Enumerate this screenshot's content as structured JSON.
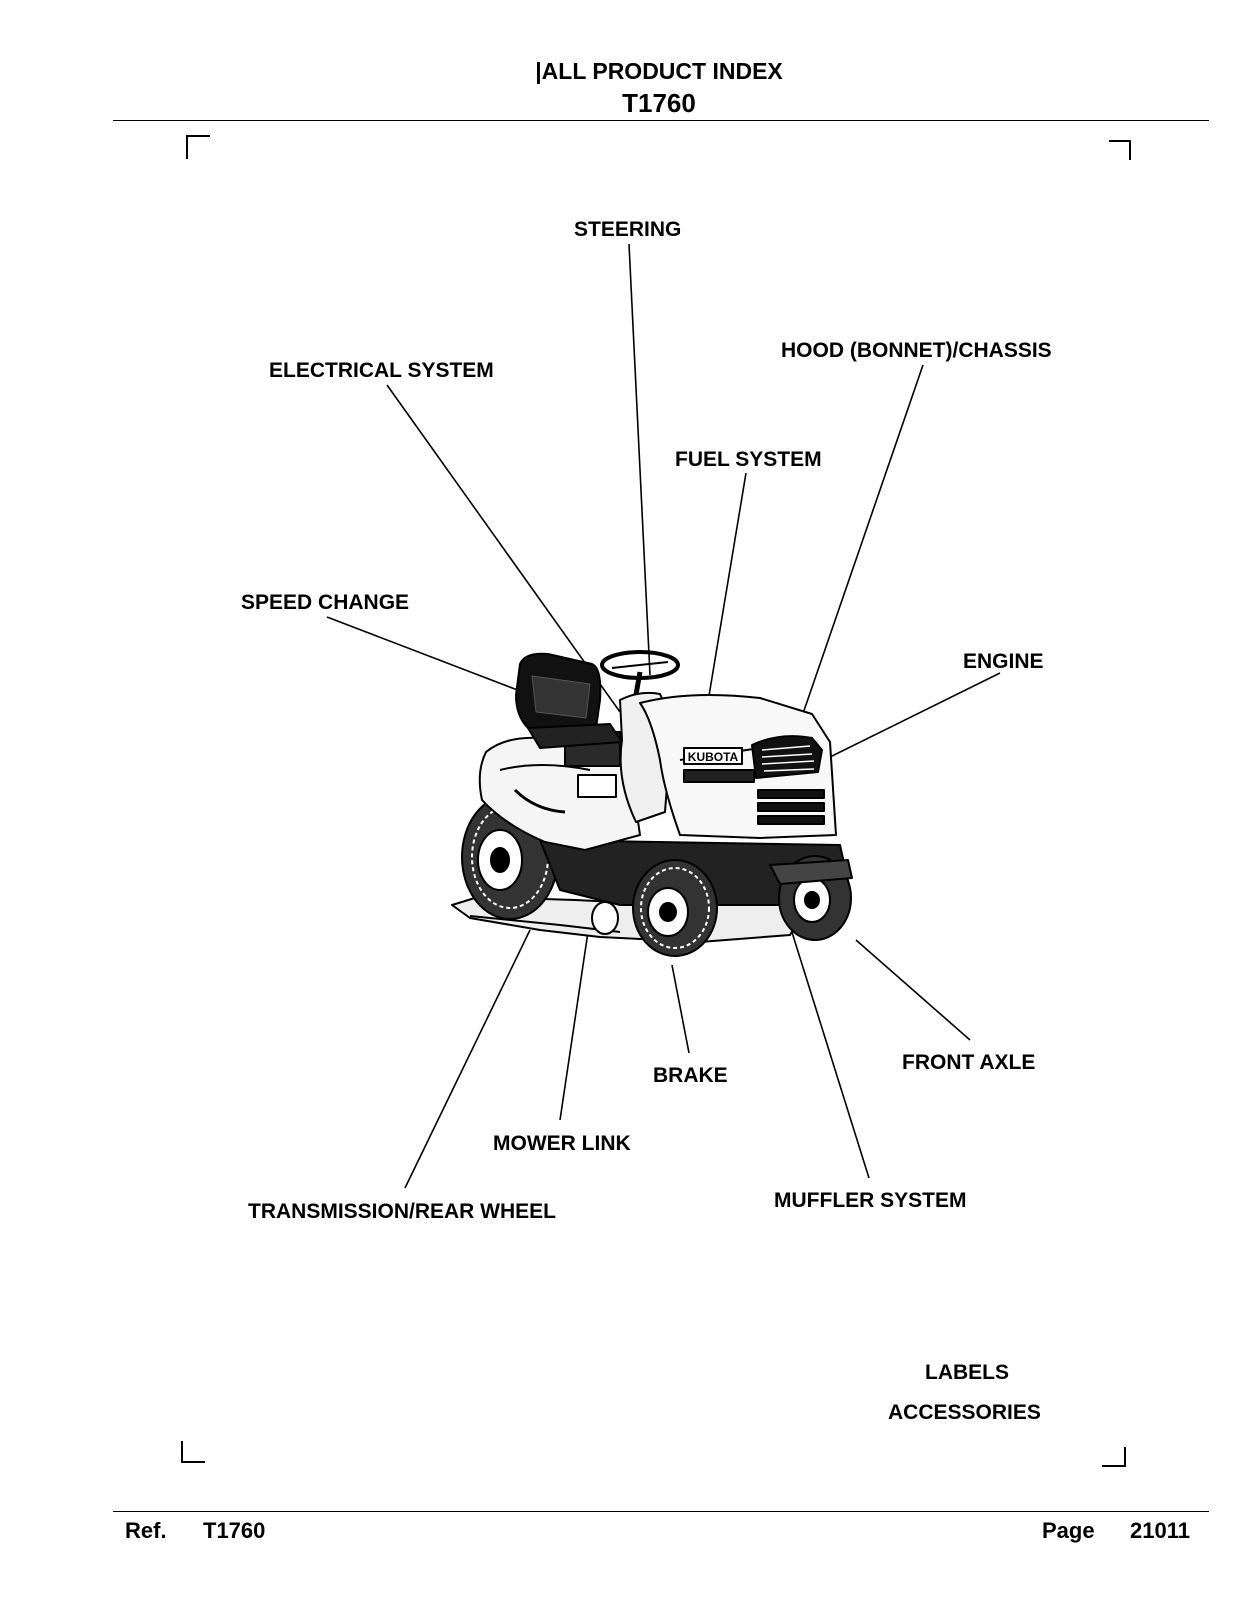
{
  "header": {
    "title": "|ALL PRODUCT INDEX",
    "model": "T1760"
  },
  "diagram": {
    "subject": "lawn-tractor-illustration",
    "brand_decal": "KUBOTA",
    "labels": {
      "steering": "STEERING",
      "hood_chassis": "HOOD (BONNET)/CHASSIS",
      "electrical_system": "ELECTRICAL SYSTEM",
      "fuel_system": "FUEL SYSTEM",
      "speed_change": "SPEED CHANGE",
      "engine": "ENGINE",
      "front_axle": "FRONT AXLE",
      "brake": "BRAKE",
      "mower_link": "MOWER LINK",
      "muffler_system": "MUFFLER SYSTEM",
      "transmission_rear_wheel": "TRANSMISSION/REAR WHEEL"
    }
  },
  "extras": {
    "labels": "LABELS",
    "accessories": "ACCESSORIES"
  },
  "footer": {
    "ref_label": "Ref.",
    "ref_value": "T1760",
    "page_label": "Page",
    "page_value": "21011"
  }
}
